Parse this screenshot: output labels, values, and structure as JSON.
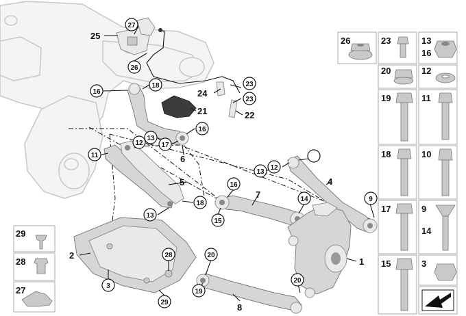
{
  "labels": {
    "l1": "1",
    "l2": "2",
    "l3": "3",
    "l4": "4",
    "l5": "5",
    "l6": "6",
    "l7": "7",
    "l8": "8",
    "l9": "9",
    "l11": "11",
    "l12a": "12",
    "l12b": "12",
    "l13a": "13",
    "l13b": "13",
    "l13c": "13",
    "l14": "14",
    "l15": "15",
    "l16a": "16",
    "l16b": "16",
    "l16c": "16",
    "l17": "17",
    "l18a": "18",
    "l18b": "18",
    "l19": "19",
    "l20a": "20",
    "l20b": "20",
    "l21": "21",
    "l22": "22",
    "l23a": "23",
    "l23b": "23",
    "l24": "24",
    "l25": "25",
    "l26": "26",
    "l27": "27",
    "l28": "28",
    "l29": "29"
  },
  "right_table": {
    "r26": "26",
    "r23": "23",
    "r13": "13",
    "r16": "16",
    "r20": "20",
    "r12": "12",
    "r19": "19",
    "r11": "11",
    "r18": "18",
    "r10": "10",
    "r17": "17",
    "r9": "9",
    "r14": "14",
    "r15": "15",
    "r3": "3"
  },
  "left_table": {
    "t29": "29",
    "t28": "28",
    "t27": "27"
  }
}
